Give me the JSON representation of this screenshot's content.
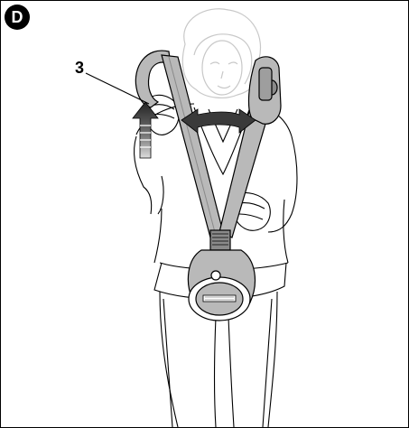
{
  "figure": {
    "step_letter": "D",
    "callout_number": "3"
  },
  "colors": {
    "line": "#000000",
    "vacuum_gray": "#b9b9b9",
    "vacuum_dark": "#8a8a8a",
    "arrow_gray": "#5a5a5a",
    "face_faint": "#c8c8c8"
  },
  "icons": {
    "badge": "step-badge-circle",
    "up_arrow": "up-arrow-icon",
    "double_arrow": "double-headed-arrow-icon"
  }
}
